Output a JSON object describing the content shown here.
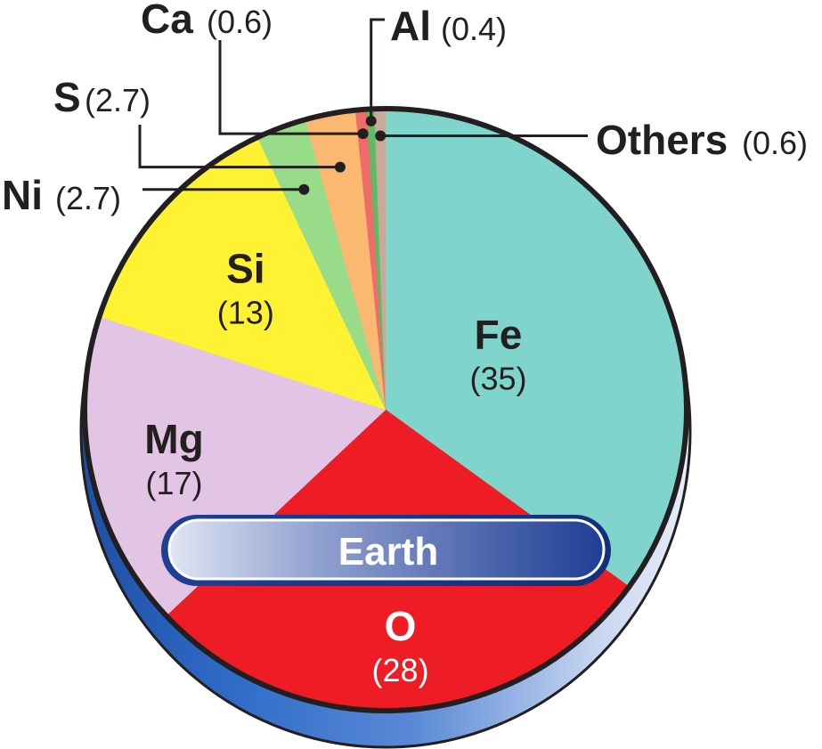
{
  "chart_data": {
    "type": "pie",
    "title": "Earth",
    "unit": "",
    "slices": [
      {
        "label": "Fe",
        "value": 35,
        "value_label": "(35)",
        "color": "#7fd5cb"
      },
      {
        "label": "O",
        "value": 28,
        "value_label": "(28)",
        "color": "#ee1c25"
      },
      {
        "label": "Mg",
        "value": 17,
        "value_label": "(17)",
        "color": "#e2c4e5"
      },
      {
        "label": "Si",
        "value": 13,
        "value_label": "(13)",
        "color": "#fef233"
      },
      {
        "label": "Ni",
        "value": 2.7,
        "value_label": "(2.7)",
        "color": "#98dc8a"
      },
      {
        "label": "S",
        "value": 2.7,
        "value_label": "(2.7)",
        "color": "#fbb870"
      },
      {
        "label": "Ca",
        "value": 0.6,
        "value_label": "(0.6)",
        "color": "#f06b6b"
      },
      {
        "label": "Al",
        "value": 0.4,
        "value_label": "(0.4)",
        "color": "#5dbb63"
      },
      {
        "label": "Others",
        "value": 0.6,
        "value_label": "(0.6)",
        "color": "#c9a99a"
      }
    ]
  }
}
